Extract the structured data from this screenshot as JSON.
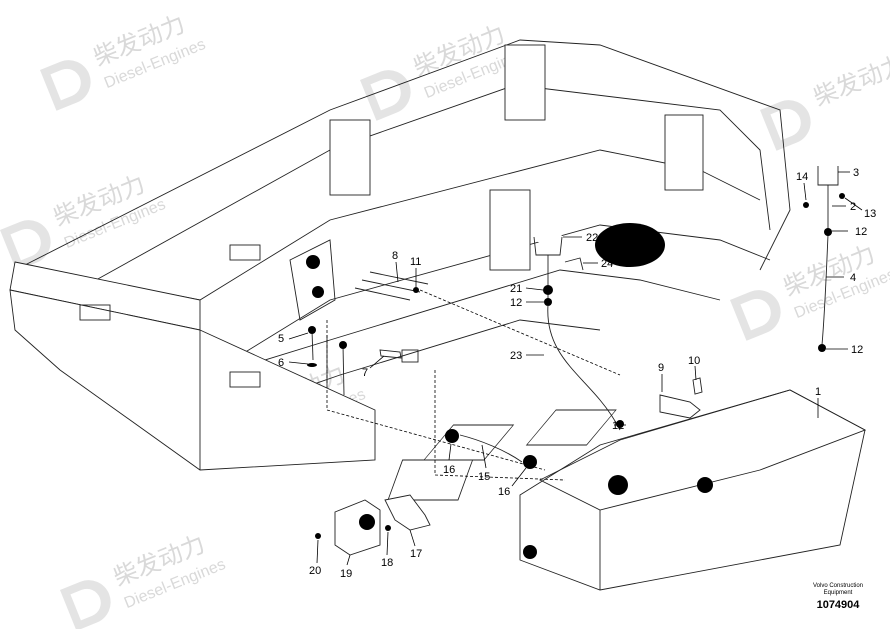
{
  "watermark": {
    "brand_cn": "柴发动力",
    "brand_en": "Diesel-Engines"
  },
  "callouts": [
    {
      "id": "c1",
      "text": "1"
    },
    {
      "id": "c2",
      "text": "2"
    },
    {
      "id": "c3",
      "text": "3"
    },
    {
      "id": "c4",
      "text": "4"
    },
    {
      "id": "c5",
      "text": "5"
    },
    {
      "id": "c6",
      "text": "6"
    },
    {
      "id": "c7",
      "text": "7"
    },
    {
      "id": "c8",
      "text": "8"
    },
    {
      "id": "c9",
      "text": "9"
    },
    {
      "id": "c10",
      "text": "10"
    },
    {
      "id": "c11",
      "text": "11"
    },
    {
      "id": "c12a",
      "text": "12"
    },
    {
      "id": "c12b",
      "text": "12"
    },
    {
      "id": "c12c",
      "text": "12"
    },
    {
      "id": "c12d",
      "text": "12"
    },
    {
      "id": "c13",
      "text": "13"
    },
    {
      "id": "c14",
      "text": "14"
    },
    {
      "id": "c15",
      "text": "15"
    },
    {
      "id": "c16a",
      "text": "16"
    },
    {
      "id": "c16b",
      "text": "16"
    },
    {
      "id": "c17",
      "text": "17"
    },
    {
      "id": "c18",
      "text": "18"
    },
    {
      "id": "c19",
      "text": "19"
    },
    {
      "id": "c20",
      "text": "20"
    },
    {
      "id": "c21",
      "text": "21"
    },
    {
      "id": "c22",
      "text": "22"
    },
    {
      "id": "c23",
      "text": "23"
    },
    {
      "id": "c24",
      "text": "24"
    }
  ],
  "stamp": {
    "line1": "Volvo Construction",
    "line2": "Equipment",
    "drawing_number": "1074904"
  }
}
